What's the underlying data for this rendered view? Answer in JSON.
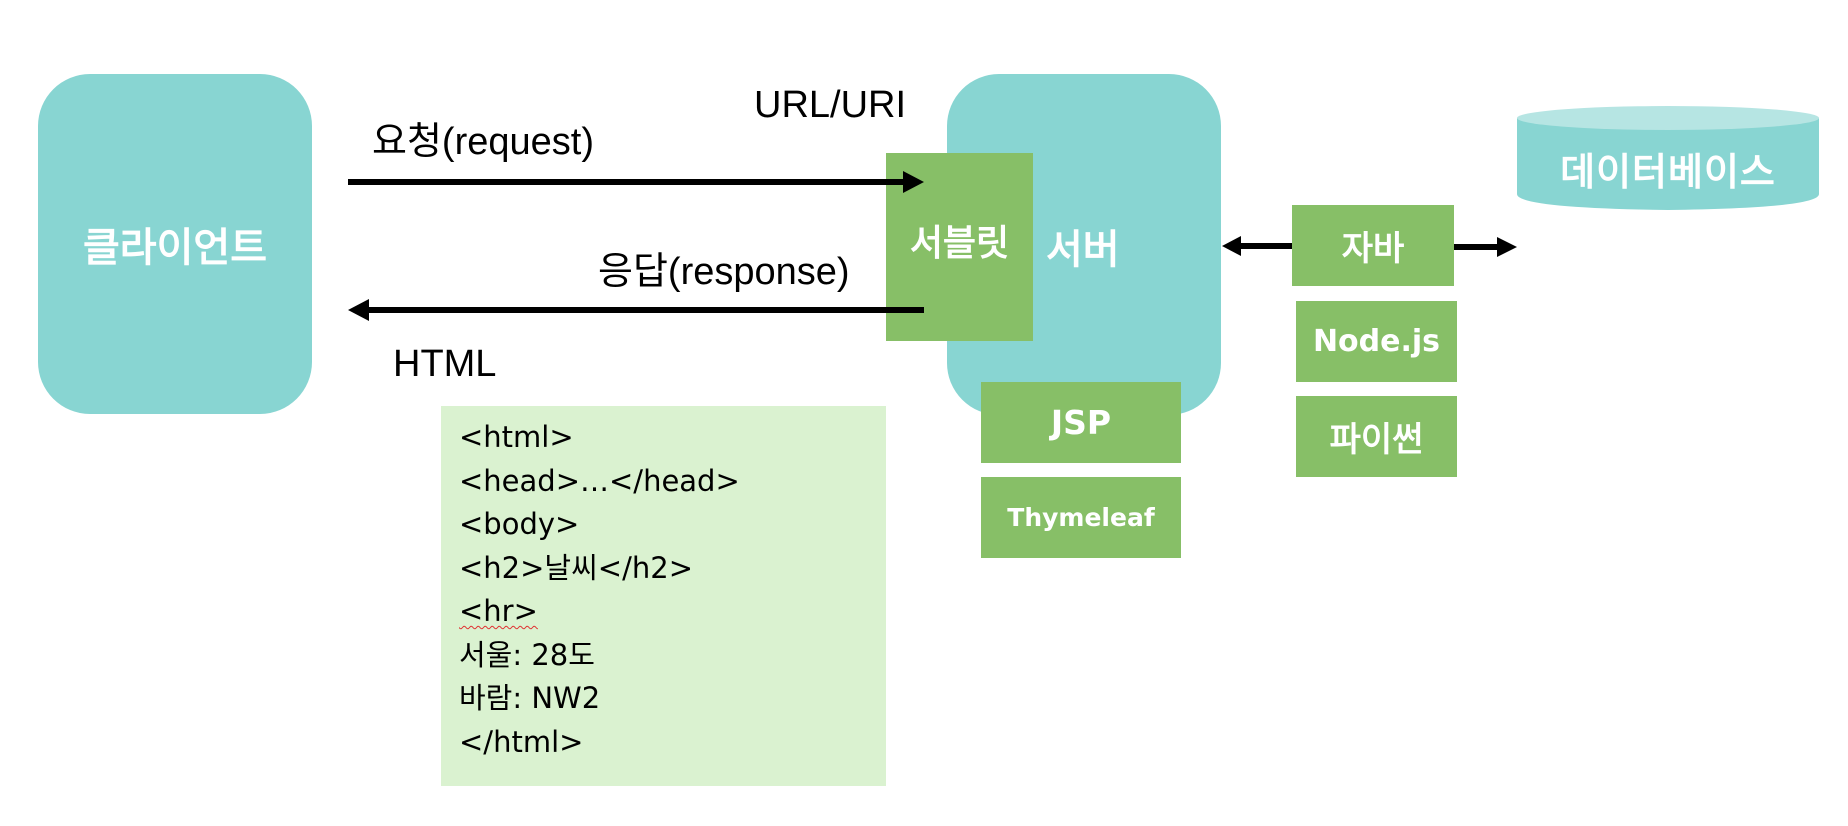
{
  "diagram": {
    "client": {
      "label": "클라이언트"
    },
    "server": {
      "label": "서버"
    },
    "servlet": {
      "label": "서블릿"
    },
    "request_label": "요청(request)",
    "response_label": "응답(response)",
    "url_label": "URL/URI",
    "html_label": "HTML",
    "templates": [
      {
        "label": "JSP"
      },
      {
        "label": "Thymeleaf"
      }
    ],
    "languages": [
      {
        "label": "자바"
      },
      {
        "label": "Node.js"
      },
      {
        "label": "파이썬"
      }
    ],
    "database": {
      "label": "데이터베이스"
    },
    "html_code": {
      "lines": [
        "<html>",
        "<head>…</head>",
        "<body>",
        "<h2>날씨</h2>",
        "<hr>",
        "서울: 28도",
        "바람: NW2",
        "</html>"
      ]
    },
    "colors": {
      "teal": "#88d5d2",
      "teal_light": "#b6e5e3",
      "green": "#87bf67",
      "code_bg": "#daf2d0",
      "arrow": "#000000"
    }
  }
}
